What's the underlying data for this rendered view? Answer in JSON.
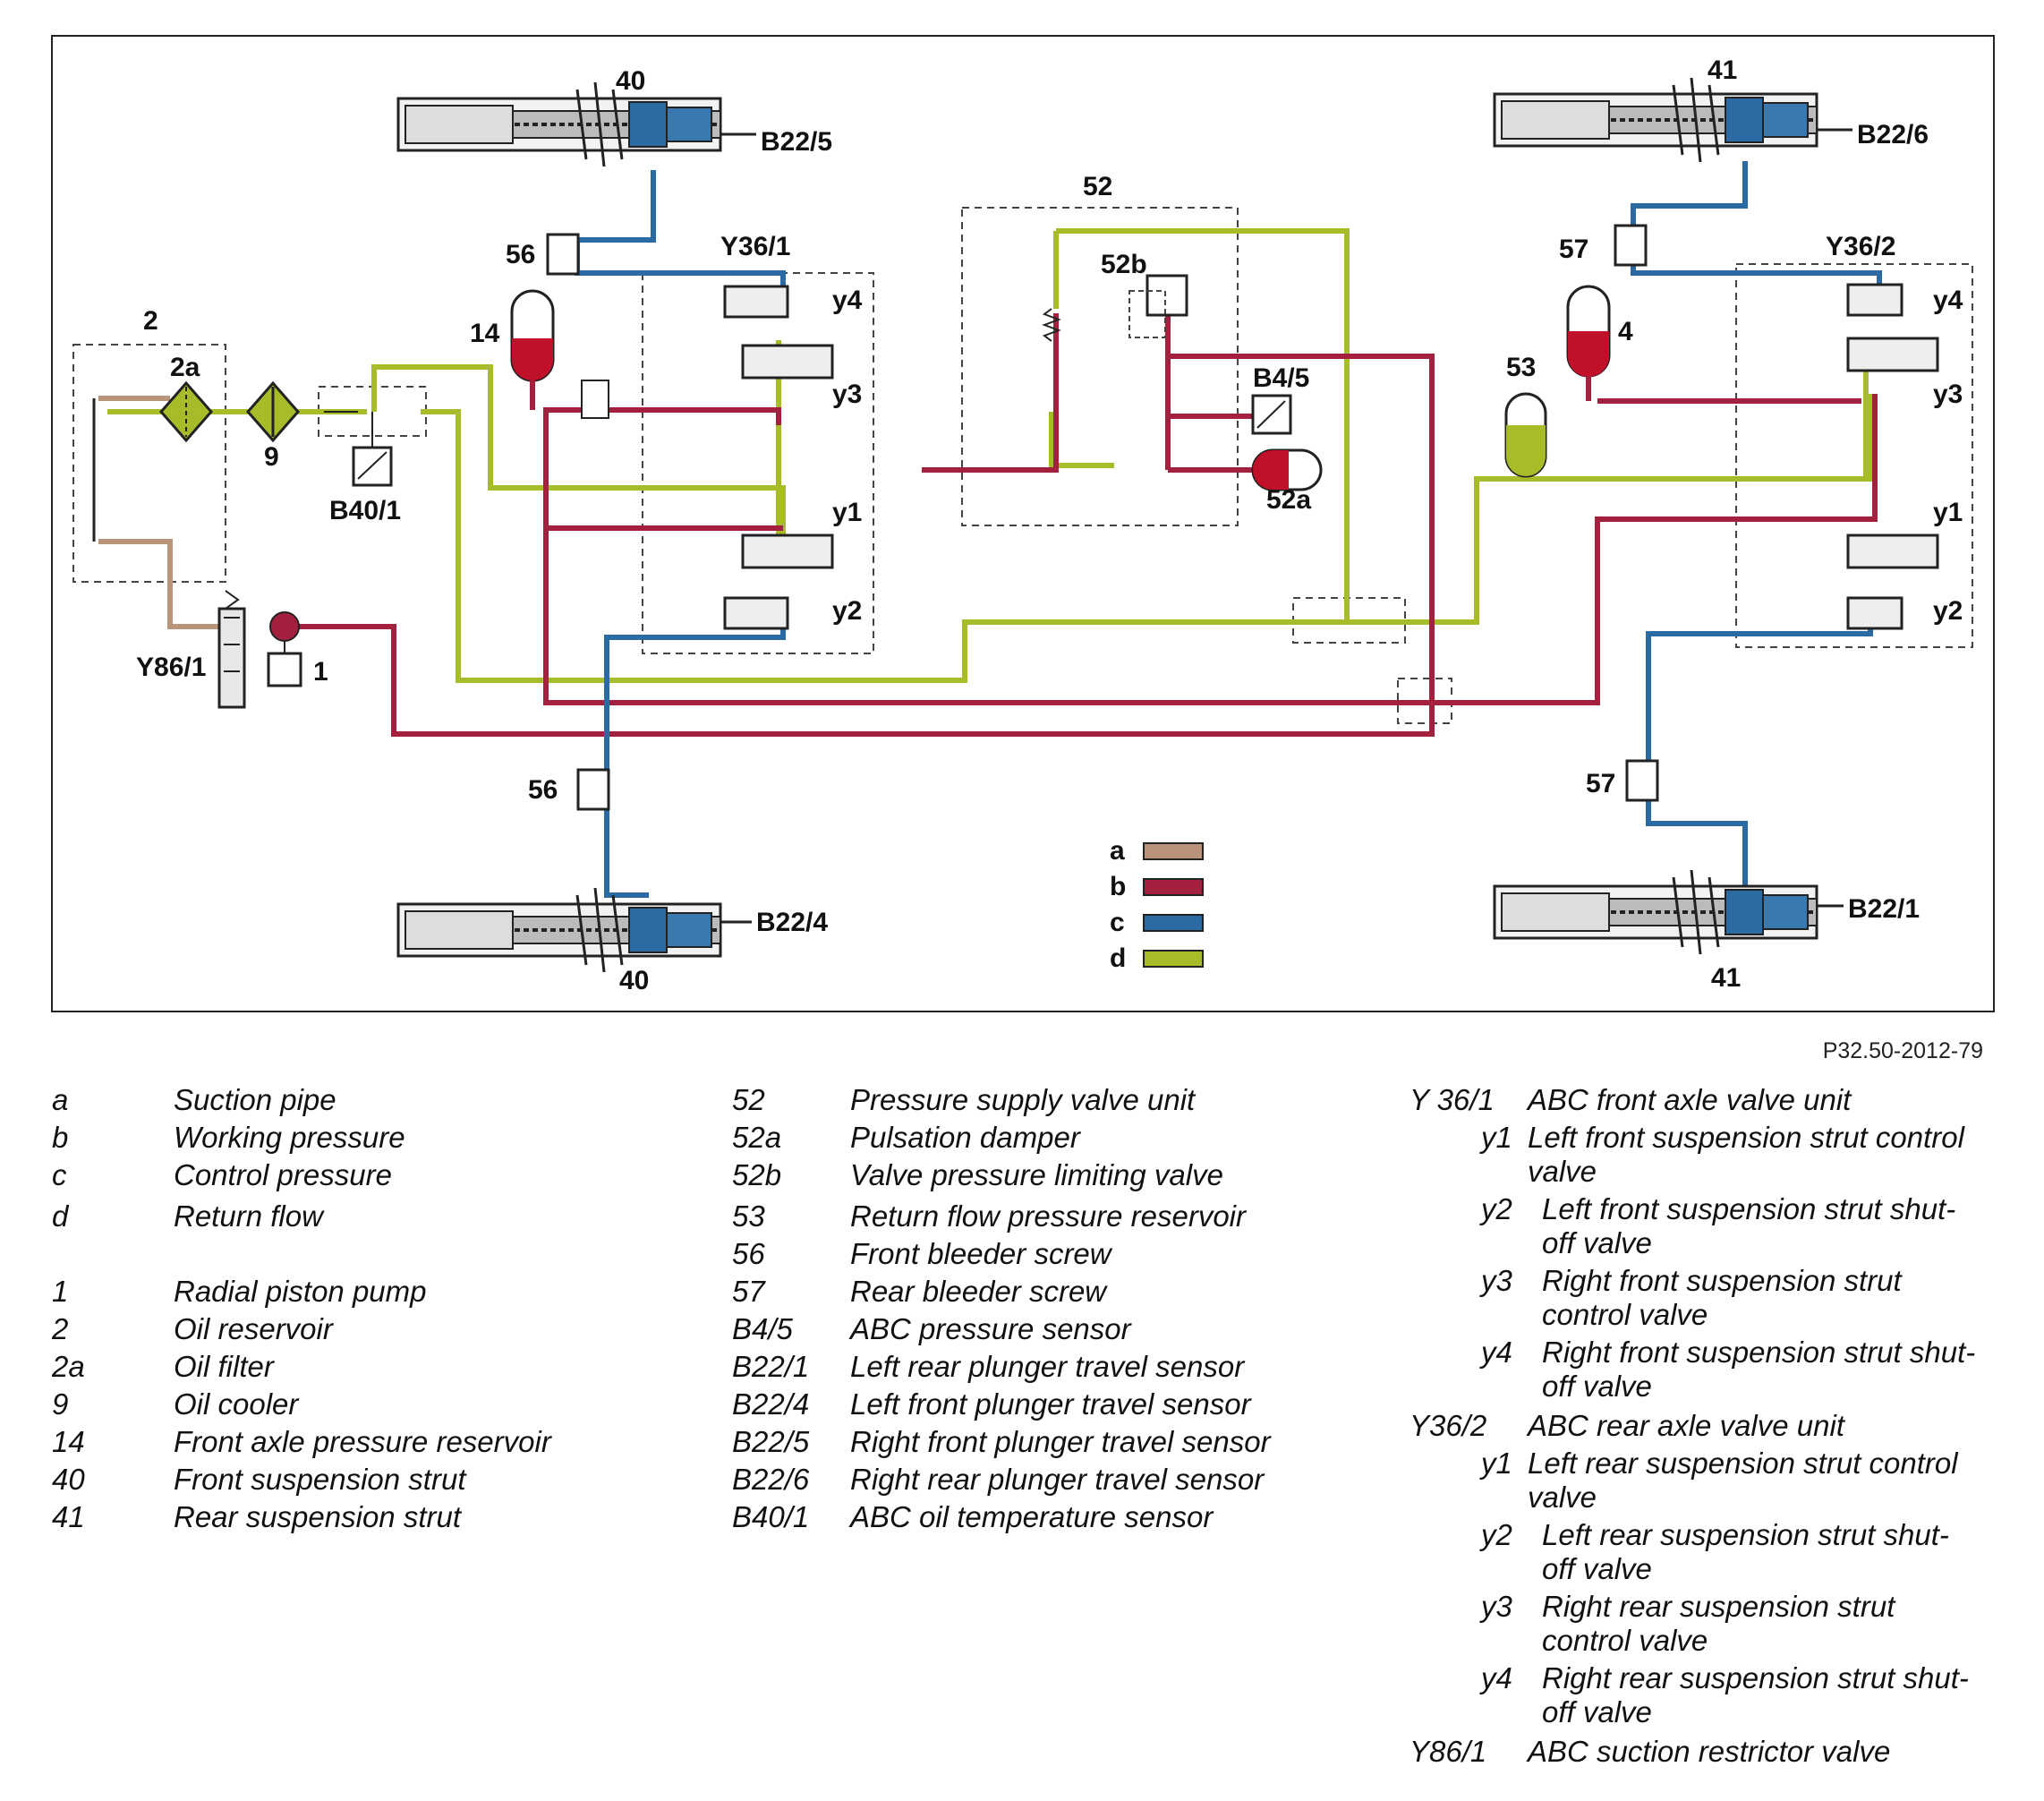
{
  "labels": {
    "l2": "2",
    "l2a": "2a",
    "l9": "9",
    "lB401": "B40/1",
    "lY861": "Y86/1",
    "l1": "1",
    "l14": "14",
    "l56a": "56",
    "l56b": "56",
    "l40a": "40",
    "l40b": "40",
    "lB225": "B22/5",
    "lB224": "B22/4",
    "lY361": "Y36/1",
    "ly4a": "y4",
    "ly3a": "y3",
    "ly1a": "y1",
    "ly2a": "y2",
    "l52": "52",
    "l52b": "52b",
    "lB45": "B4/5",
    "l52a": "52a",
    "l53": "53",
    "l41a": "41",
    "l41b": "41",
    "lB226": "B22/6",
    "lB221": "B22/1",
    "l57a": "57",
    "l57b": "57",
    "l4": "4",
    "lY362": "Y36/2",
    "ly4b": "y4",
    "ly3b": "y3",
    "ly1b": "y1",
    "ly2b": "y2",
    "kA": "a",
    "kB": "b",
    "kC": "c",
    "kD": "d"
  },
  "colors": {
    "a": "#b9937a",
    "b": "#a3203f",
    "c": "#2b6aa3",
    "d": "#a8bb28"
  },
  "reference": "P32.50-2012-79",
  "legend": {
    "col1": [
      {
        "code": "a",
        "text": "Suction pipe"
      },
      {
        "code": "b",
        "text": "Working pressure"
      },
      {
        "code": "c",
        "text": "Control pressure"
      },
      {
        "code": "d",
        "text": "Return flow"
      },
      {
        "code": "1",
        "text": "Radial piston pump"
      },
      {
        "code": "2",
        "text": "Oil reservoir"
      },
      {
        "code": "2a",
        "text": "Oil filter"
      },
      {
        "code": "9",
        "text": "Oil cooler"
      },
      {
        "code": "14",
        "text": "Front axle pressure reservoir"
      },
      {
        "code": "40",
        "text": "Front suspension strut"
      },
      {
        "code": "41",
        "text": "Rear suspension strut"
      }
    ],
    "col2": [
      {
        "code": "52",
        "text": "Pressure supply valve unit"
      },
      {
        "code": "52a",
        "text": "Pulsation damper"
      },
      {
        "code": "52b",
        "text": "Valve pressure limiting valve"
      },
      {
        "code": "53",
        "text": "Return flow pressure reservoir"
      },
      {
        "code": "56",
        "text": "Front bleeder screw"
      },
      {
        "code": "57",
        "text": "Rear bleeder screw"
      },
      {
        "code": "B4/5",
        "text": "ABC pressure sensor"
      },
      {
        "code": "B22/1",
        "text": "Left rear plunger travel sensor"
      },
      {
        "code": "B22/4",
        "text": "Left front plunger travel sensor"
      },
      {
        "code": "B22/5",
        "text": "Right front plunger travel sensor"
      },
      {
        "code": "B22/6",
        "text": "Right rear plunger travel sensor"
      },
      {
        "code": "B40/1",
        "text": "ABC oil temperature sensor"
      }
    ],
    "col3": [
      {
        "code": "Y 36/1",
        "text": "ABC front axle valve unit"
      },
      {
        "code": "y1",
        "text": "Left front suspension strut control",
        "text2": "valve"
      },
      {
        "code": "y2",
        "text": "Left front suspension strut shut-",
        "text2": "off valve"
      },
      {
        "code": "y3",
        "text": "Right front suspension strut",
        "text2": "control valve"
      },
      {
        "code": "y4",
        "text": "Right front suspension strut shut-",
        "text2": "off valve"
      },
      {
        "code": "Y36/2",
        "text": "ABC rear axle valve unit"
      },
      {
        "code": "y1",
        "text": "Left rear suspension strut control",
        "text2": "valve"
      },
      {
        "code": "y2",
        "text": "Left rear suspension strut shut-",
        "text2": "off valve"
      },
      {
        "code": "y3",
        "text": "Right rear suspension strut",
        "text2": "control valve"
      },
      {
        "code": "y4",
        "text": "Right rear suspension strut shut-",
        "text2": "off valve"
      },
      {
        "code": "Y86/1",
        "text": "ABC suction restrictor valve"
      }
    ]
  }
}
